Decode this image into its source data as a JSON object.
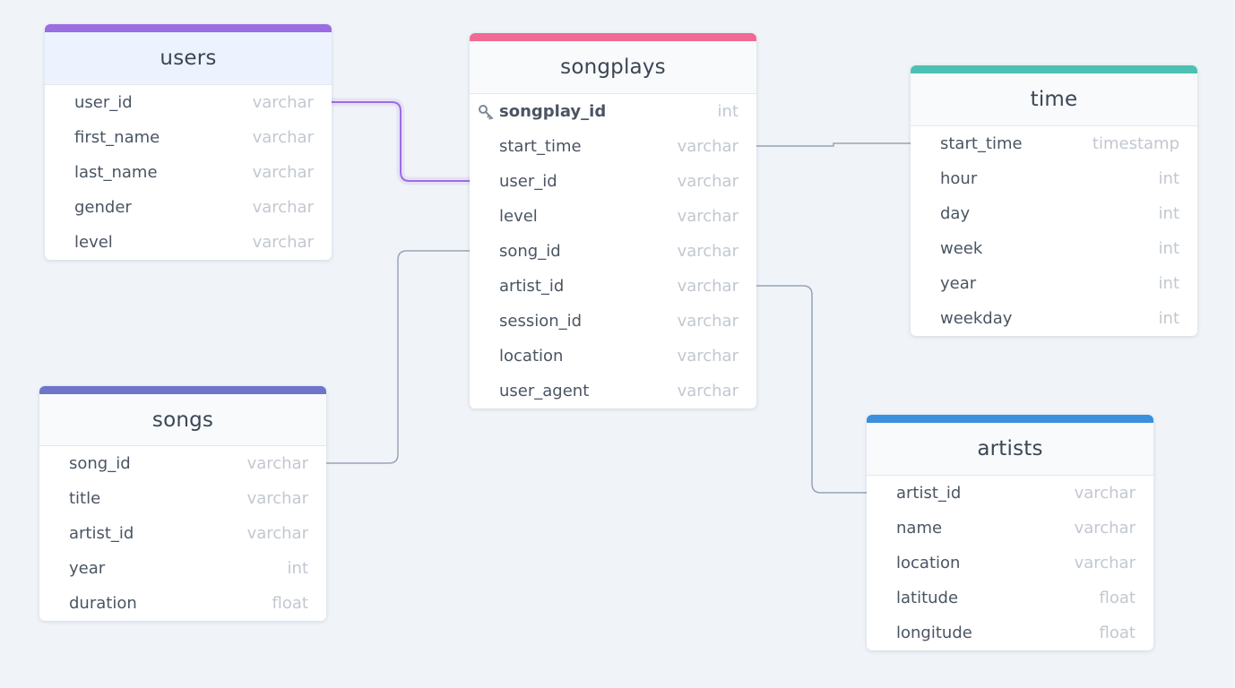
{
  "tables": {
    "users": {
      "name": "users",
      "color": "#9b6de0",
      "header_bg": "#ecf3fe",
      "fields": [
        {
          "name": "user_id",
          "type": "varchar"
        },
        {
          "name": "first_name",
          "type": "varchar"
        },
        {
          "name": "last_name",
          "type": "varchar"
        },
        {
          "name": "gender",
          "type": "varchar"
        },
        {
          "name": "level",
          "type": "varchar"
        }
      ]
    },
    "songplays": {
      "name": "songplays",
      "color": "#f06a93",
      "fields": [
        {
          "name": "songplay_id",
          "type": "int",
          "primary_key": true,
          "icon": "key-icon"
        },
        {
          "name": "start_time",
          "type": "varchar"
        },
        {
          "name": "user_id",
          "type": "varchar"
        },
        {
          "name": "level",
          "type": "varchar"
        },
        {
          "name": "song_id",
          "type": "varchar"
        },
        {
          "name": "artist_id",
          "type": "varchar"
        },
        {
          "name": "session_id",
          "type": "varchar"
        },
        {
          "name": "location",
          "type": "varchar"
        },
        {
          "name": "user_agent",
          "type": "varchar"
        }
      ]
    },
    "time": {
      "name": "time",
      "color": "#4cc1b3",
      "fields": [
        {
          "name": "start_time",
          "type": "timestamp"
        },
        {
          "name": "hour",
          "type": "int"
        },
        {
          "name": "day",
          "type": "int"
        },
        {
          "name": "week",
          "type": "int"
        },
        {
          "name": "year",
          "type": "int"
        },
        {
          "name": "weekday",
          "type": "int"
        }
      ]
    },
    "songs": {
      "name": "songs",
      "color": "#6c75c8",
      "fields": [
        {
          "name": "song_id",
          "type": "varchar"
        },
        {
          "name": "title",
          "type": "varchar"
        },
        {
          "name": "artist_id",
          "type": "varchar"
        },
        {
          "name": "year",
          "type": "int"
        },
        {
          "name": "duration",
          "type": "float"
        }
      ]
    },
    "artists": {
      "name": "artists",
      "color": "#3b8fdc",
      "fields": [
        {
          "name": "artist_id",
          "type": "varchar"
        },
        {
          "name": "name",
          "type": "varchar"
        },
        {
          "name": "location",
          "type": "varchar"
        },
        {
          "name": "latitude",
          "type": "float"
        },
        {
          "name": "longitude",
          "type": "float"
        }
      ]
    }
  },
  "relationships": [
    {
      "from": "songplays.user_id",
      "to": "users.user_id",
      "color": "#9b6de0"
    },
    {
      "from": "songplays.start_time",
      "to": "time.start_time",
      "color": "#97a3b6"
    },
    {
      "from": "songplays.song_id",
      "to": "songs.song_id",
      "color": "#97a3b6"
    },
    {
      "from": "songplays.artist_id",
      "to": "artists.artist_id",
      "color": "#97a3b6"
    }
  ]
}
